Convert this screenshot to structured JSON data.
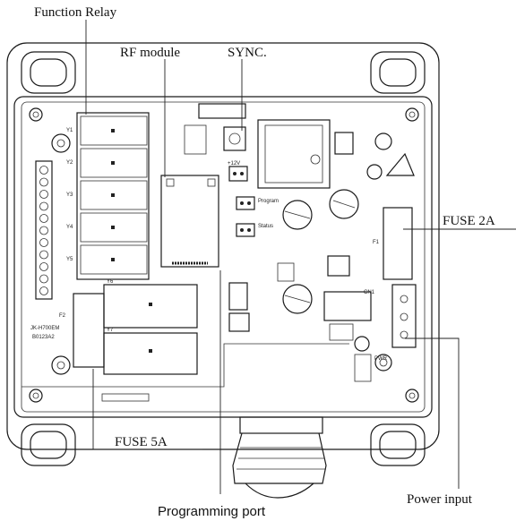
{
  "labels": {
    "function_relay": "Function Relay",
    "rf_module": "RF module",
    "sync": "SYNC.",
    "fuse_2a": "FUSE 2A",
    "fuse_5a": "FUSE 5A",
    "programming_port": "Programming port",
    "power_input": "Power input"
  },
  "board_markings": {
    "relays": [
      "Y1",
      "Y2",
      "Y3",
      "Y4",
      "Y5"
    ],
    "relays_lower": [
      "Y6",
      "Y7"
    ],
    "f2": "F2",
    "f1": "F1",
    "model": "JK-H700EM",
    "serial": "B0123A2",
    "plus12v": "+12V",
    "program": "Program",
    "status": "Status",
    "pwr": "PWR",
    "cn1": "CN1"
  }
}
